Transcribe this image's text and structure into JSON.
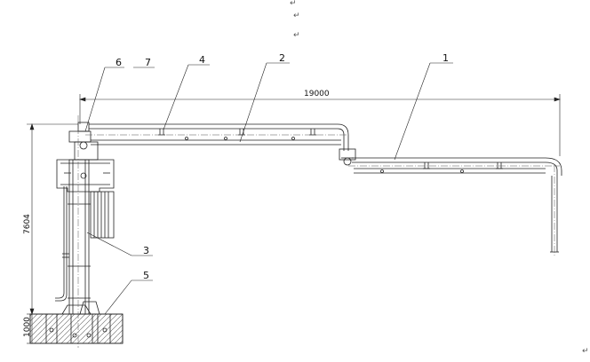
{
  "paragraph_marks": [
    "↵",
    "↵",
    "↵",
    "↵"
  ],
  "part_labels": {
    "p6": "6",
    "p7": "7",
    "p4": "4",
    "p2": "2",
    "p1": "1",
    "p3": "3",
    "p5": "5"
  },
  "dimensions": {
    "reach": "19000",
    "height": "7604",
    "base": "1000"
  },
  "colors": {
    "line": "#222222",
    "centerline": "#555555",
    "hatch": "#666666"
  }
}
